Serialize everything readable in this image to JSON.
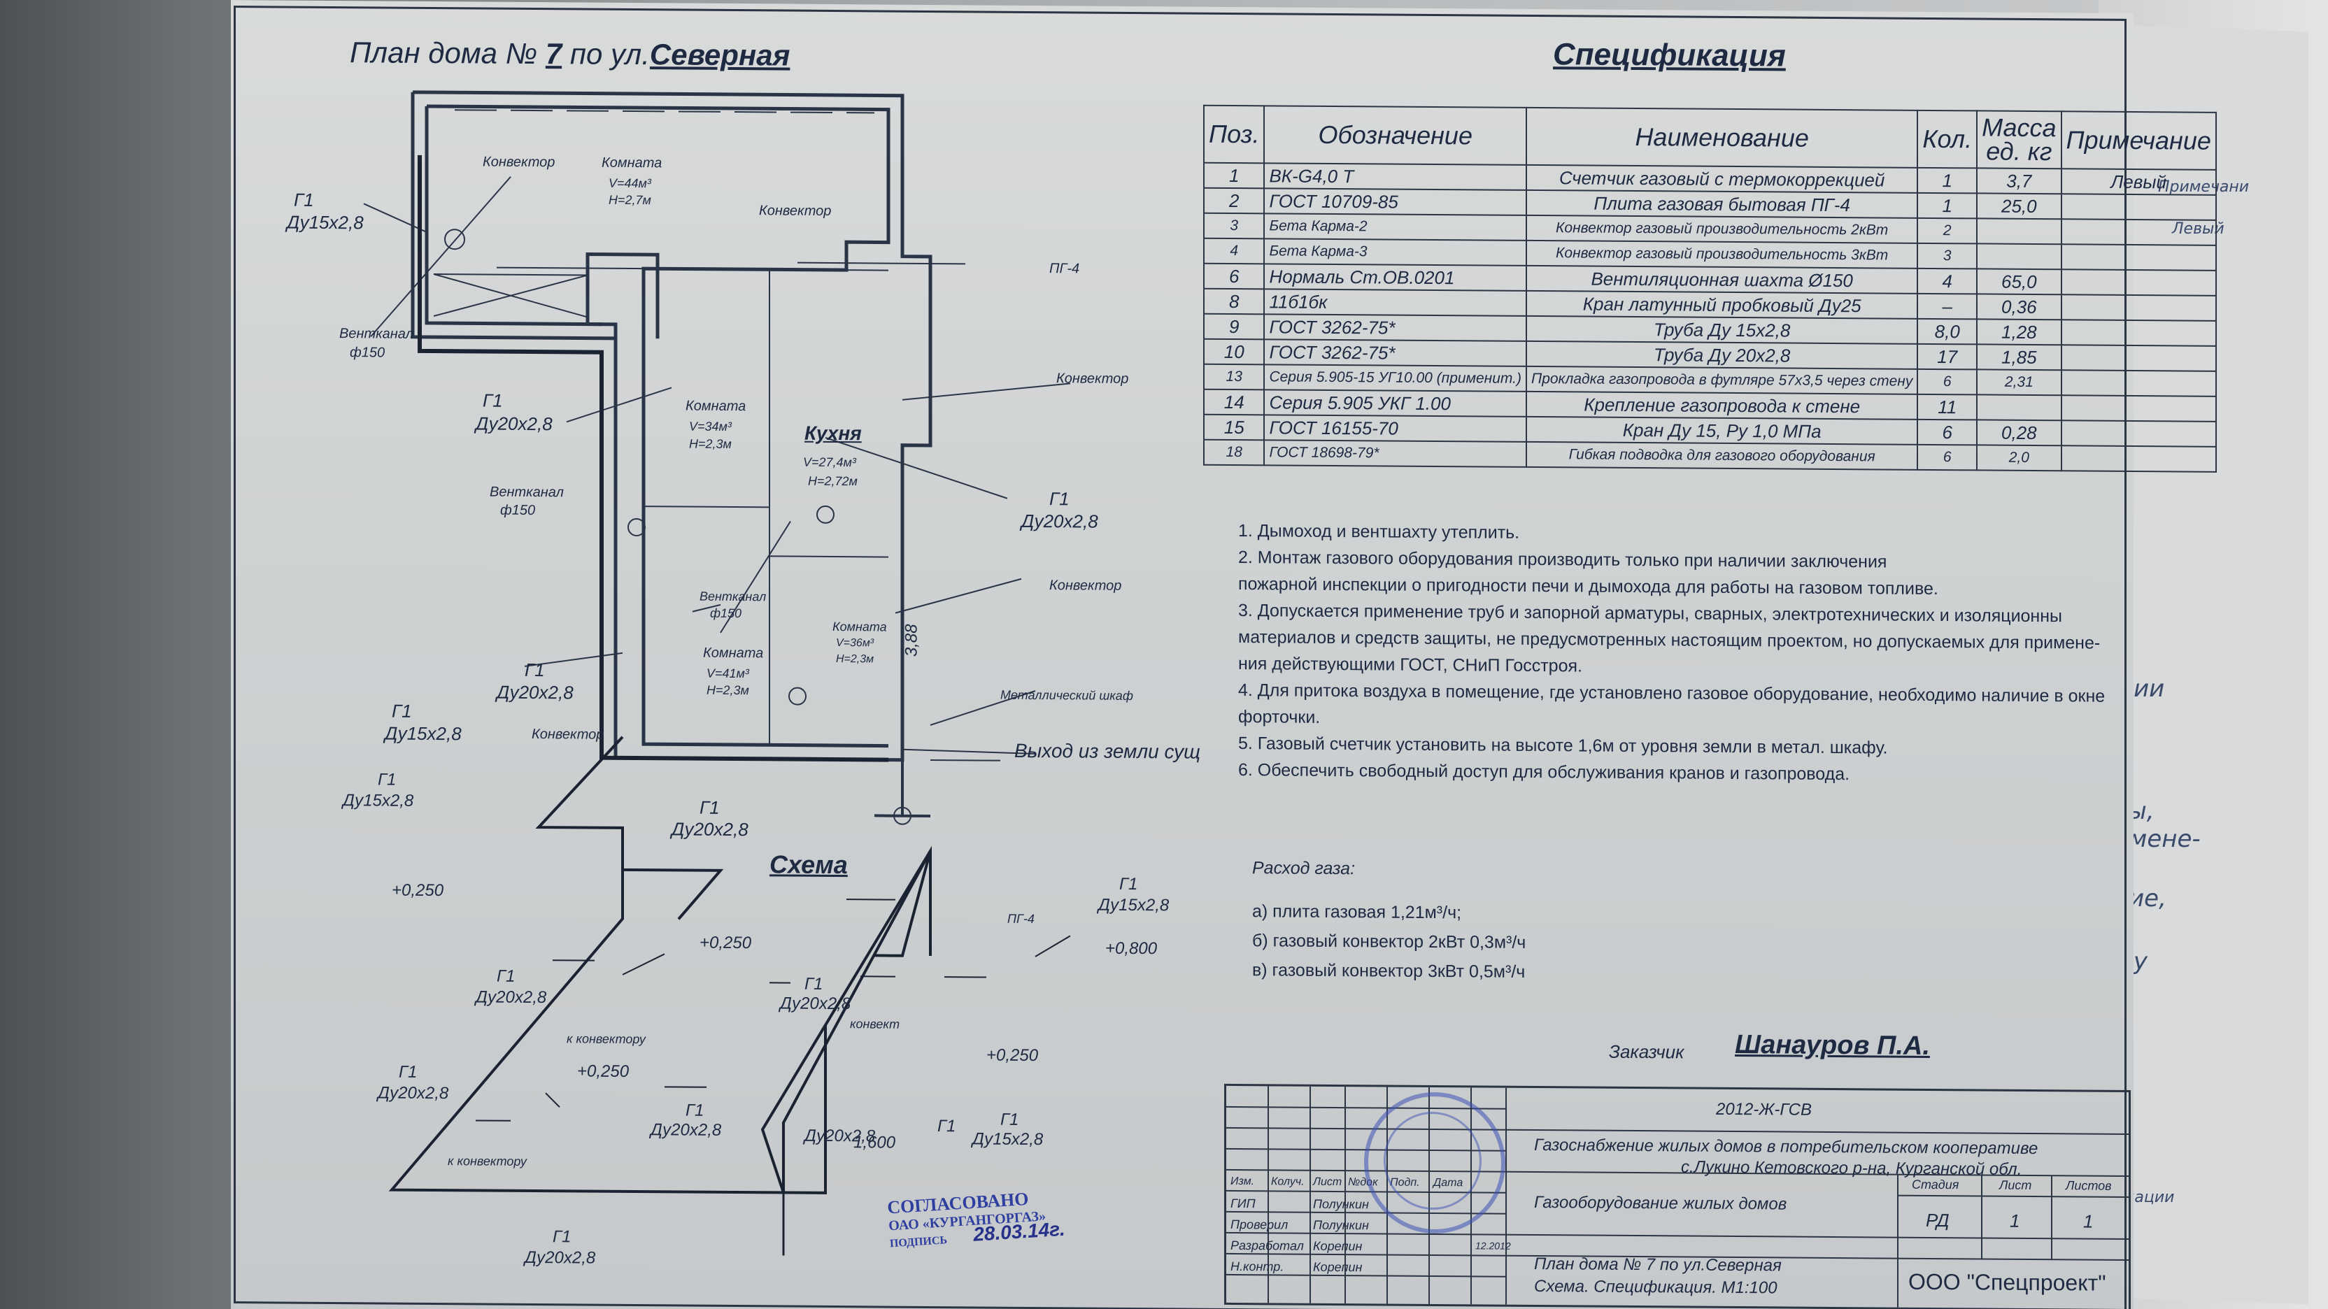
{
  "plan": {
    "title_prefix": "План дома №",
    "number": "7",
    "title_mid": "по ул.",
    "street": "Северная",
    "labels": {
      "konvektor_1": "Конвектор",
      "komnata_1": "Комната",
      "v1": "V=44м³",
      "h1": "H=2,7м",
      "konvektor_2": "Конвектор",
      "g1_1": "Г1",
      "du_1": "Ду15х2,8",
      "ventkanal_1": "Вентканал",
      "phi150_1": "ф150",
      "g1_2": "Г1",
      "du_2": "Ду20х2,8",
      "komnata_2": "Комната",
      "v2": "V=34м³",
      "h2": "H=2,3м",
      "kuhnya": "Кухня",
      "v3": "V=27,4м³",
      "h3": "H=2,72м",
      "pg4": "ПГ-4",
      "konvektor_3": "Конвектор",
      "ventkanal_2": "Вентканал",
      "phi150_2": "ф150",
      "g1_3": "Г1",
      "du_3": "Ду20х2,8",
      "ventkanal_3": "Вентканал",
      "phi150_3": "ф150",
      "komnata_3": "Комната",
      "v4": "V=36м³",
      "h4": "H=2,3м",
      "dim_388": "3,88",
      "konvektor_4": "Конвектор",
      "komnata_4": "Комната",
      "v5": "V=41м³",
      "h5": "H=2,3м",
      "g1_4": "Г1",
      "du_4": "Ду20х2,8",
      "metal_shkaf": "Металлический шкаф",
      "g1_5": "Г1",
      "du_5": "Ду15х2,8",
      "konvektor_5": "Конвектор",
      "vyhod": "Выход из земли сущ",
      "g1_6": "Г1",
      "du_6": "Ду20х2,8"
    }
  },
  "schema": {
    "title": "Схема",
    "labels": {
      "g1_a": "Г1",
      "du_a": "Ду15х2,8",
      "g1_b": "Г1",
      "du_b": "Ду20х2,8",
      "elev_a": "+0,250",
      "elev_b": "+0,250",
      "g1_c": "Г1",
      "du_c": "Ду20х2,8",
      "k_konv_a": "к конвектору",
      "elev_c": "+0,250",
      "g1_d": "Г1",
      "du_d": "Ду20х2,8",
      "k_konv_b": "к конвектору",
      "g1_e": "Г1",
      "du_e": "Ду20х2,8",
      "pg4": "ПГ-4",
      "g1_f": "Г1",
      "du_f": "Ду15х2,8",
      "elev_d": "+0,800",
      "g1_g": "Г1",
      "du_g": "Ду20х2,8",
      "konvekt": "конвект",
      "elev_e": "+0,250",
      "g1_h": "Г1",
      "du_h": "Ду15х2,8",
      "g1_i": "Г1",
      "du_i": "Ду20х2,8",
      "elev_f": "1,600",
      "g1_j": "Г1",
      "du_j": "Ду20х2,8"
    }
  },
  "spec": {
    "title": "Спецификация",
    "headers": [
      "Поз.",
      "Обозначение",
      "Наименование",
      "Кол.",
      "Масса ед. кг",
      "Примечание"
    ],
    "rows": [
      [
        "1",
        "ВК-G4,0 Т",
        "Счетчик газовый с термокоррекцией",
        "1",
        "3,7",
        "Левый"
      ],
      [
        "2",
        "ГОСТ 10709-85",
        "Плита газовая бытовая ПГ-4",
        "1",
        "25,0",
        ""
      ],
      [
        "3",
        "Бета Карма-2",
        "Конвектор газовый производительность 2кВт",
        "2",
        "",
        ""
      ],
      [
        "4",
        "Бета Карма-3",
        "Конвектор газовый производительность 3кВт",
        "3",
        "",
        ""
      ],
      [
        "6",
        "Нормаль Ст.ОВ.0201",
        "Вентиляционная шахта Ø150",
        "4",
        "65,0",
        ""
      ],
      [
        "8",
        "11б1бк",
        "Кран латунный пробковый Ду25",
        "–",
        "0,36",
        ""
      ],
      [
        "9",
        "ГОСТ 3262-75*",
        "Труба Ду 15х2,8",
        "8,0",
        "1,28",
        ""
      ],
      [
        "10",
        "ГОСТ 3262-75*",
        "Труба Ду 20х2,8",
        "17",
        "1,85",
        ""
      ],
      [
        "13",
        "Серия 5.905-15 УГ10.00 (применит.)",
        "Прокладка газопровода в футляре 57х3,5 через стену",
        "6",
        "2,31",
        ""
      ],
      [
        "14",
        "Серия 5.905 УКГ 1.00",
        "Крепление газопровода к стене",
        "11",
        "",
        ""
      ],
      [
        "15",
        "ГОСТ 16155-70",
        "Кран Ду 15, Ру 1,0 МПа",
        "6",
        "0,28",
        ""
      ],
      [
        "18",
        "ГОСТ 18698-79*",
        "Гибкая подводка для газового оборудования",
        "6",
        "2,0",
        ""
      ]
    ]
  },
  "notes": [
    "1. Дымоход и вентшахту утеплить.",
    "2. Монтаж газового оборудования  производить только при наличии заключения",
    "пожарной инспекции о пригодности печи и дымохода для работы на газовом топливе.",
    "3. Допускается применение труб и запорной арматуры, сварных, электротехнических и изоляционны",
    "материалов и средств защиты, не предусмотренных настоящим проектом, но допускаемых для примене-",
    "ния действующими ГОСТ, СНиП Госстроя.",
    "4. Для притока воздуха в помещение, где установлено газовое оборудование, необходимо наличие в окне",
    "форточки.",
    "5. Газовый счетчик установить на высоте 1,6м от уровня земли в метал. шкафу.",
    "6. Обеспечить свободный доступ для обслуживания кранов и газопровода."
  ],
  "gas": {
    "title": "Расход газа:",
    "lines": [
      "а) плита газовая 1,21м³/ч;",
      "б) газовый конвектор 2кВт   0,3м³/ч",
      "в) газовый конвектор 3кВт   0,5м³/ч"
    ]
  },
  "customer": {
    "label": "Заказчик",
    "name": "Шанауров П.А."
  },
  "title_block": {
    "code": "2012-Ж-ГСВ",
    "project_line1": "Газоснабжение жилых домов в потребительском кооперативе",
    "project_line2": "с.Лукино Кетовского р-на, Курганской обл.",
    "object": "Газооборудование жилых домов",
    "sheet_title_line1": "План дома № 7 по ул.Северная",
    "sheet_title_line2": "Схема. Спецификация. М1:100",
    "org": "ООО \"Спецпроект\"",
    "col_izm": "Изм.",
    "col_koluch": "Колуч.",
    "col_list": "Лист",
    "col_ndok": "№док",
    "col_podp": "Подп.",
    "col_data": "Дата",
    "stadia_label": "Стадия",
    "list_label": "Лист",
    "listov_label": "Листов",
    "stadia": "РД",
    "list": "1",
    "listov": "1",
    "roles": [
      {
        "role": "ГИП",
        "name": "Полункин"
      },
      {
        "role": "Проверил",
        "name": "Полункин"
      },
      {
        "role": "Разработал",
        "name": "Корепин"
      },
      {
        "role": "Н.контр.",
        "name": "Корепин"
      }
    ],
    "date": "12.2012"
  },
  "approval": {
    "line1": "СОГЛАСОВАНО",
    "line2": "ОАО «КУРГАНГОРГАЗ»",
    "line3": "ПОДПИСЬ",
    "date": "28.03.14г."
  },
  "side_texts": {
    "primechanie": "Примечани",
    "levyi": "Левый",
    "tchii": "чии",
    "tity": "иты,",
    "primene": "римене-",
    "anie": "ание,",
    "afu": "афу",
    "fikacii": "фикации"
  }
}
